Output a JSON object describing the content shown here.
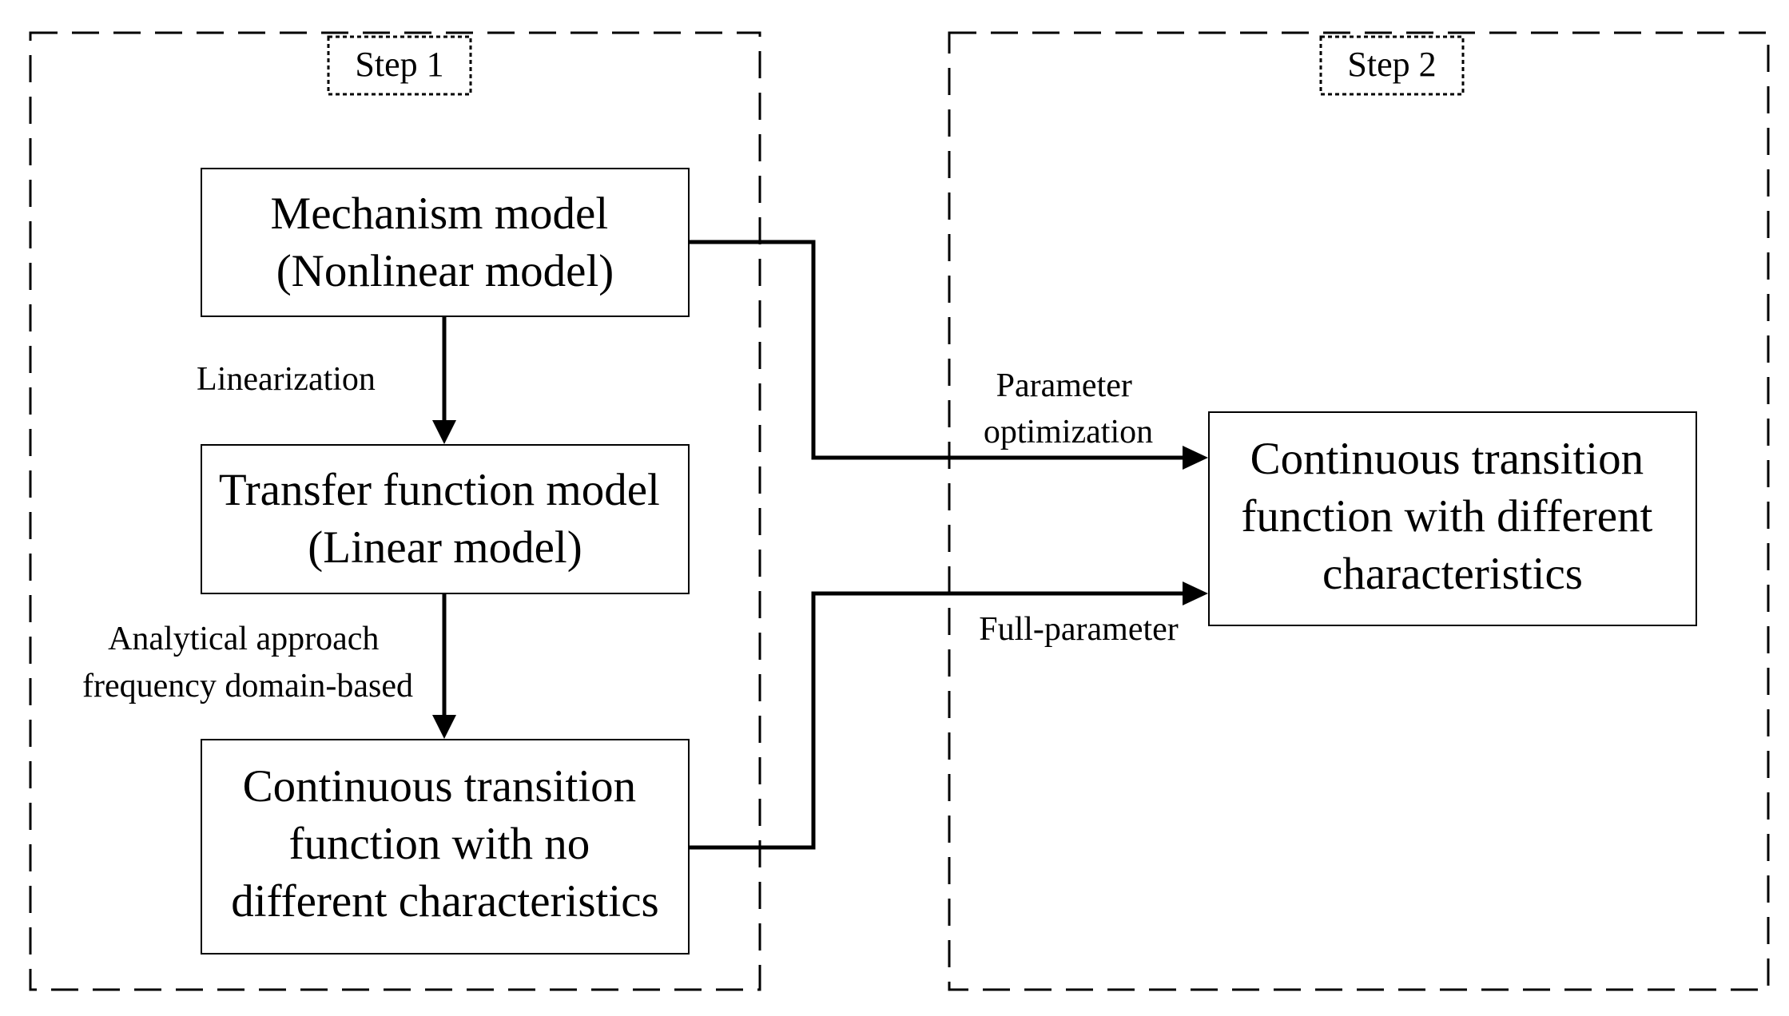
{
  "steps": {
    "step1": {
      "label": "Step 1"
    },
    "step2": {
      "label": "Step 2"
    }
  },
  "nodes": {
    "mechanism_model": {
      "lines": [
        "Mechanism model",
        "(Nonlinear model)"
      ]
    },
    "transfer_function_model": {
      "lines": [
        "Transfer function model",
        "(Linear model)"
      ]
    },
    "continuous_no_diff": {
      "lines": [
        "Continuous transition",
        "function with no",
        "different characteristics"
      ]
    },
    "continuous_diff": {
      "lines": [
        "Continuous transition",
        "function with different",
        "characteristics"
      ]
    }
  },
  "edges": {
    "linearization": {
      "lines": [
        "Linearization"
      ]
    },
    "analytical": {
      "lines": [
        "Analytical approach",
        "frequency domain-based"
      ]
    },
    "parameter_optimization": {
      "lines": [
        "Parameter",
        "optimization"
      ]
    },
    "full_parameter": {
      "lines": [
        "Full-parameter"
      ]
    }
  },
  "colors": {
    "stroke": "#000000",
    "background": "#ffffff"
  }
}
